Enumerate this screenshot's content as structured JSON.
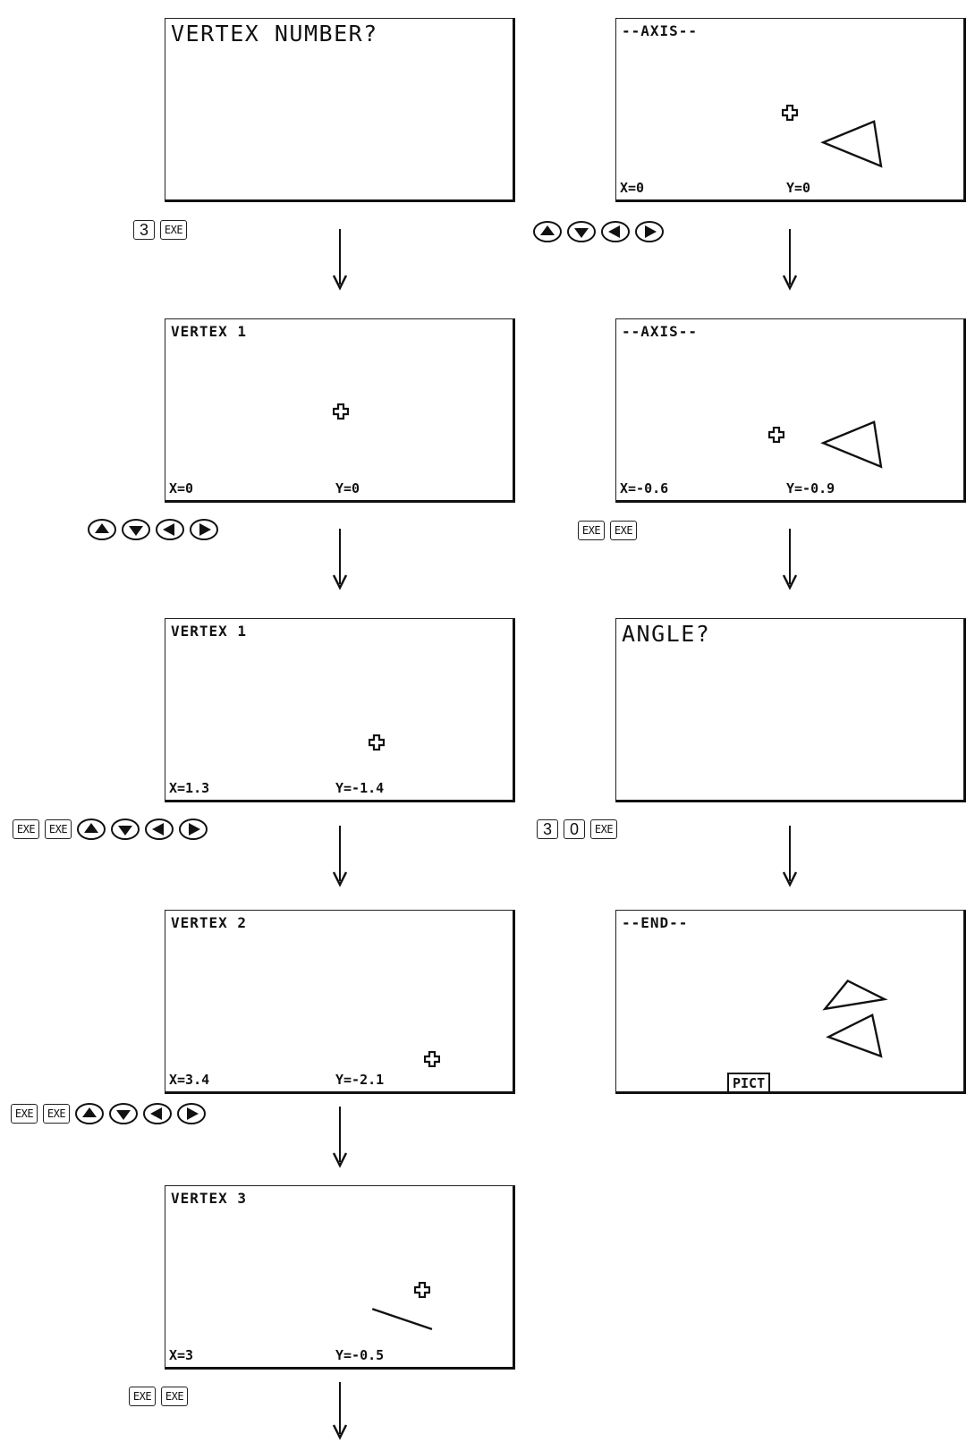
{
  "screens": {
    "vertex_number": {
      "title": "VERTEX NUMBER?"
    },
    "vertex1_a": {
      "title": "VERTEX 1",
      "x": "X=0",
      "y": "Y=0"
    },
    "vertex1_b": {
      "title": "VERTEX 1",
      "x": "X=1.3",
      "y": "Y=-1.4"
    },
    "vertex2": {
      "title": "VERTEX 2",
      "x": "X=3.4",
      "y": "Y=-2.1"
    },
    "vertex3": {
      "title": "VERTEX 3",
      "x": "X=3",
      "y": "Y=-0.5"
    },
    "axis_a": {
      "title": "--AXIS--",
      "x": "X=0",
      "y": "Y=0"
    },
    "axis_b": {
      "title": "--AXIS--",
      "x": "X=-0.6",
      "y": "Y=-0.9"
    },
    "angle": {
      "title": "ANGLE?"
    },
    "end": {
      "title": "--END--",
      "tab": "PICT"
    }
  },
  "keys": {
    "exe": "EXE",
    "three": "3",
    "zero": "0"
  },
  "icons": {
    "cursor": "plus-cursor-icon",
    "up": "up-arrow-key-icon",
    "down": "down-arrow-key-icon",
    "left": "left-arrow-key-icon",
    "right": "right-arrow-key-icon"
  }
}
